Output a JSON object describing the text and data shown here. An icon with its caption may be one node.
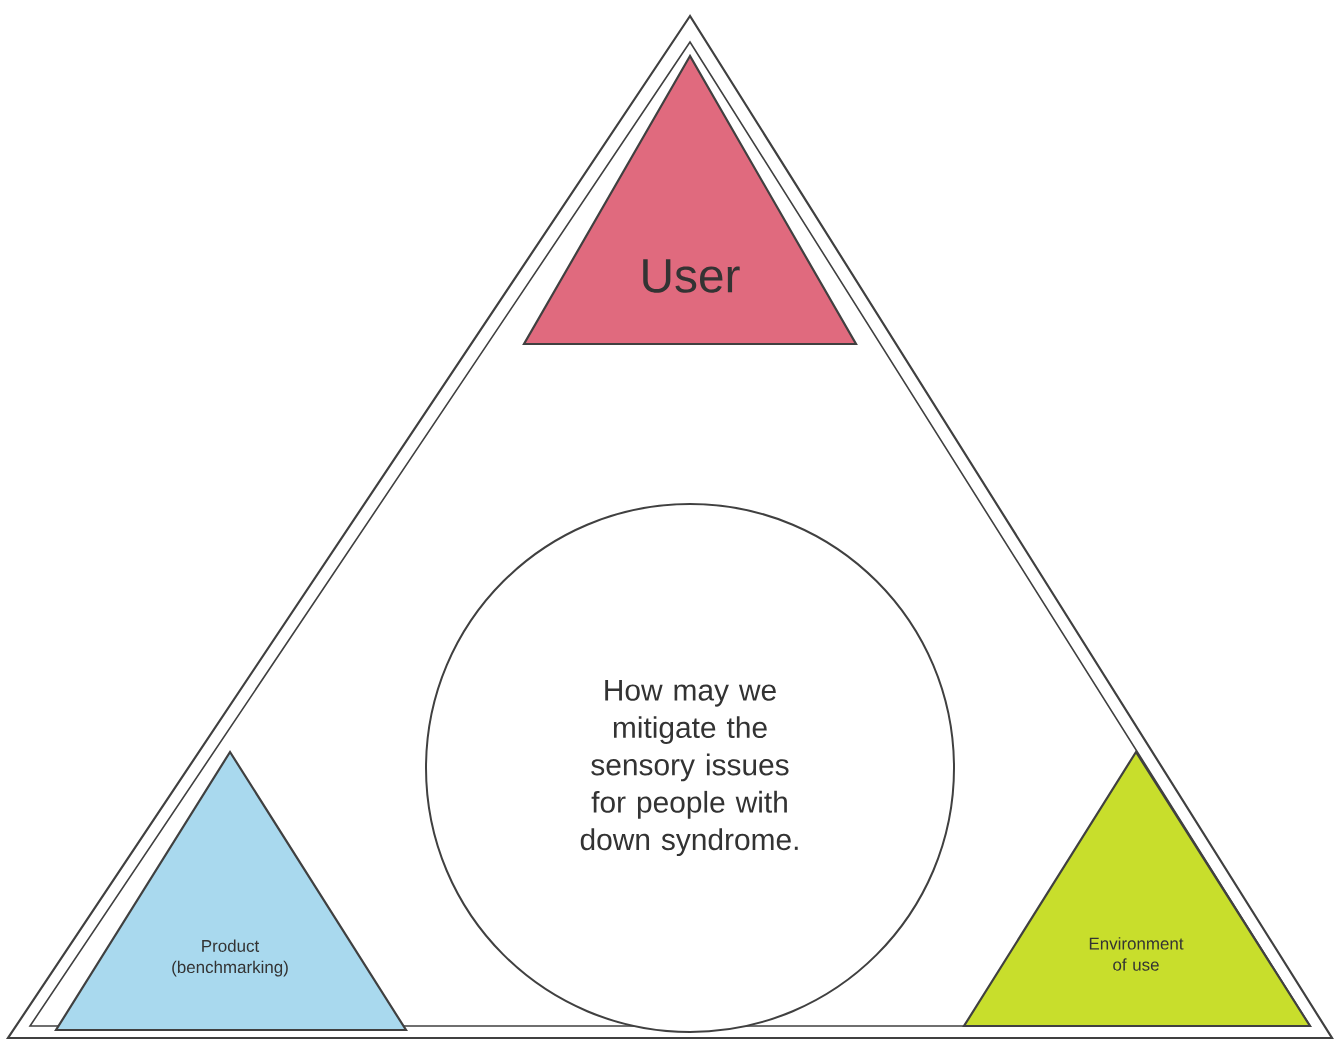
{
  "diagram": {
    "nodes": [
      {
        "text": [],
        "shape": "triangle"
      },
      {
        "text": [
          "User"
        ],
        "in": 0
      },
      {
        "text": [
          "How may we mitigate the sensory issues for people with down syndrome."
        ],
        "in": 0
      },
      {
        "text": [
          "Product (benchmarking)"
        ],
        "in": 0
      },
      {
        "text": [
          "Environment of use"
        ],
        "in": 0
      }
    ]
  }
}
